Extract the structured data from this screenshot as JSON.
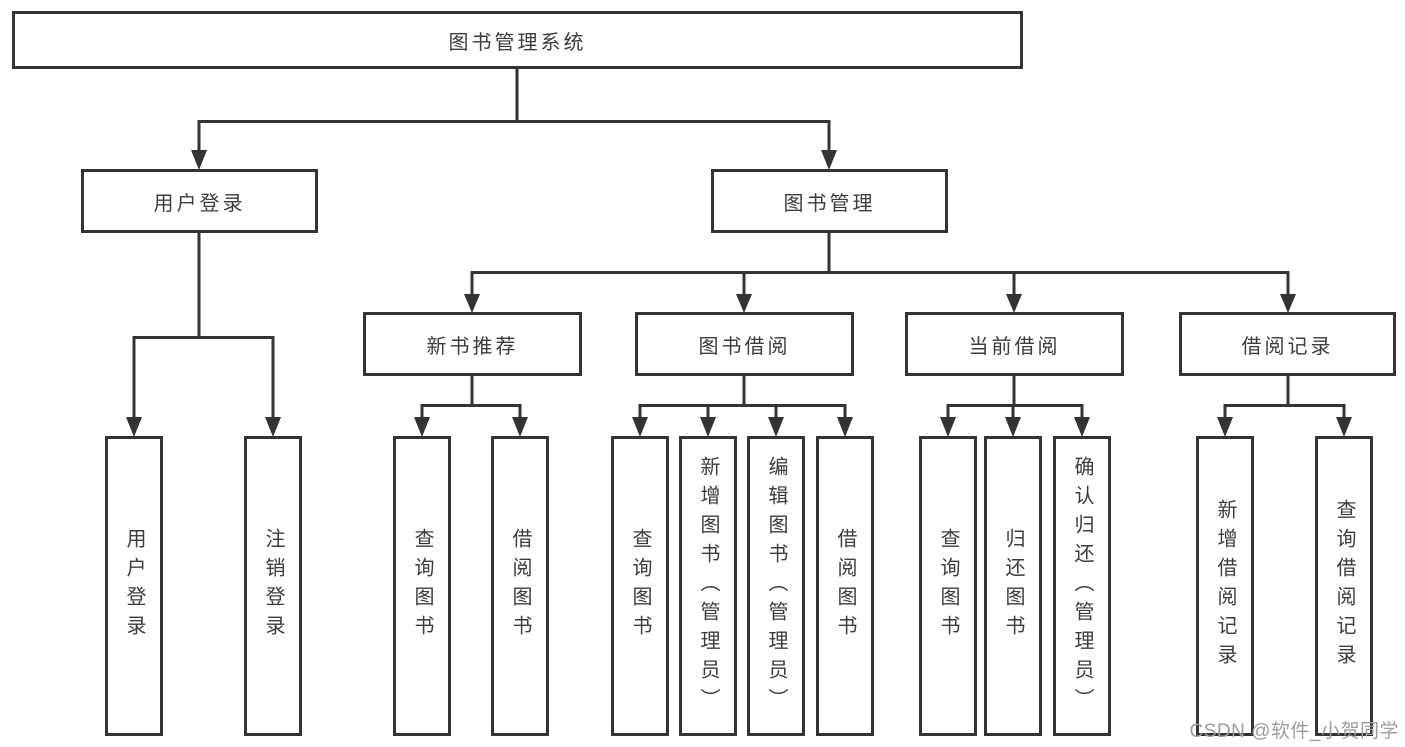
{
  "diagram": {
    "root": {
      "label": "图书管理系统"
    },
    "level2": [
      {
        "label": "用户登录",
        "parent": "图书管理系统"
      },
      {
        "label": "图书管理",
        "parent": "图书管理系统"
      }
    ],
    "level3": [
      {
        "label": "新书推荐",
        "parent": "图书管理"
      },
      {
        "label": "图书借阅",
        "parent": "图书管理"
      },
      {
        "label": "当前借阅",
        "parent": "图书管理"
      },
      {
        "label": "借阅记录",
        "parent": "图书管理"
      }
    ],
    "leaves": [
      {
        "label": "用户登录",
        "parent": "用户登录"
      },
      {
        "label": "注销登录",
        "parent": "用户登录"
      },
      {
        "label": "查询图书",
        "parent": "新书推荐"
      },
      {
        "label": "借阅图书",
        "parent": "新书推荐"
      },
      {
        "label": "查询图书",
        "parent": "图书借阅"
      },
      {
        "label": "新增图书（管理员）",
        "parent": "图书借阅"
      },
      {
        "label": "编辑图书（管理员）",
        "parent": "图书借阅"
      },
      {
        "label": "借阅图书",
        "parent": "图书借阅"
      },
      {
        "label": "查询图书",
        "parent": "当前借阅"
      },
      {
        "label": "归还图书",
        "parent": "当前借阅"
      },
      {
        "label": "确认归还（管理员）",
        "parent": "当前借阅"
      },
      {
        "label": "新增借阅记录",
        "parent": "借阅记录"
      },
      {
        "label": "查询借阅记录",
        "parent": "借阅记录"
      }
    ]
  },
  "watermark": {
    "text": "CSDN @软件_小贺同学"
  },
  "colors": {
    "line": "#333333",
    "box_border": "#333333",
    "text": "#3c3c3c",
    "background": "#ffffff",
    "watermark": "#9c9c9c"
  }
}
